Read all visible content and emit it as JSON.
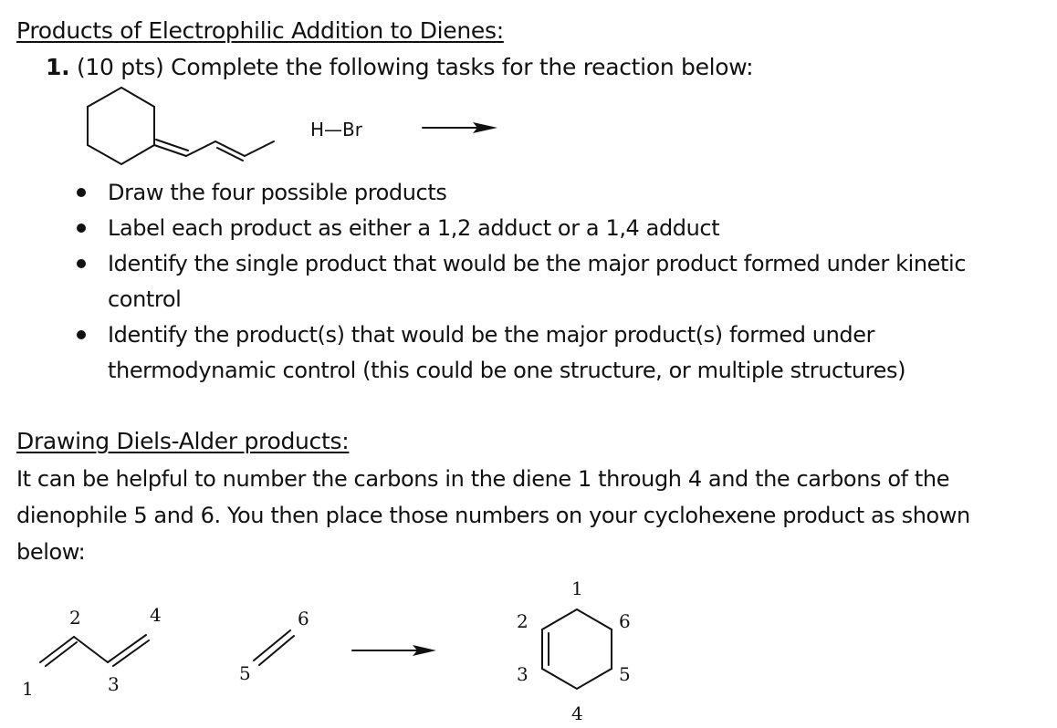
{
  "section1": {
    "heading": "Products of Electrophilic Addition to Dienes:",
    "question_number": "1.",
    "question_text": "(10 pts) Complete the following tasks for the reaction below:",
    "reagent": "H—Br",
    "tasks": [
      "Draw the four possible products",
      "Label each product as either a 1,2 adduct or a 1,4 adduct",
      "Identify the single product that would be the major product formed under kinetic control",
      "Identify the product(s) that would be the major product(s) formed under thermodynamic control (this could be one structure, or multiple structures)"
    ]
  },
  "section2": {
    "heading": "Drawing Diels-Alder products:",
    "paragraph": "It can be helpful to number the carbons in the diene 1 through 4 and the carbons of the dienophile 5 and 6.  You then place those numbers on your cyclohexene product as shown below:",
    "diene_labels": [
      "1",
      "2",
      "3",
      "4"
    ],
    "dienophile_labels": [
      "5",
      "6"
    ],
    "product_labels": [
      "1",
      "2",
      "3",
      "4",
      "5",
      "6"
    ]
  }
}
